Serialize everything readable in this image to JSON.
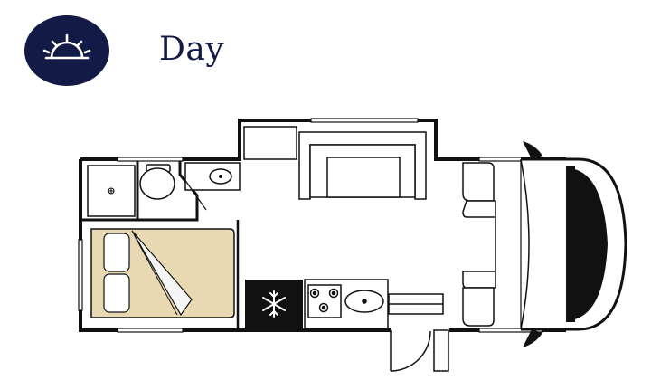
{
  "header": {
    "mode_label": "Day",
    "mode_icon": "sunrise-icon",
    "badge_color": "#131a45"
  },
  "floorplan": {
    "mode": "day",
    "bed_color": "#e8d9b3",
    "wall_color": "#111111",
    "rooms": [
      "shower",
      "toilet",
      "washbasin",
      "bed",
      "dinette",
      "fridge",
      "kitchen",
      "cab",
      "entry-door"
    ]
  }
}
